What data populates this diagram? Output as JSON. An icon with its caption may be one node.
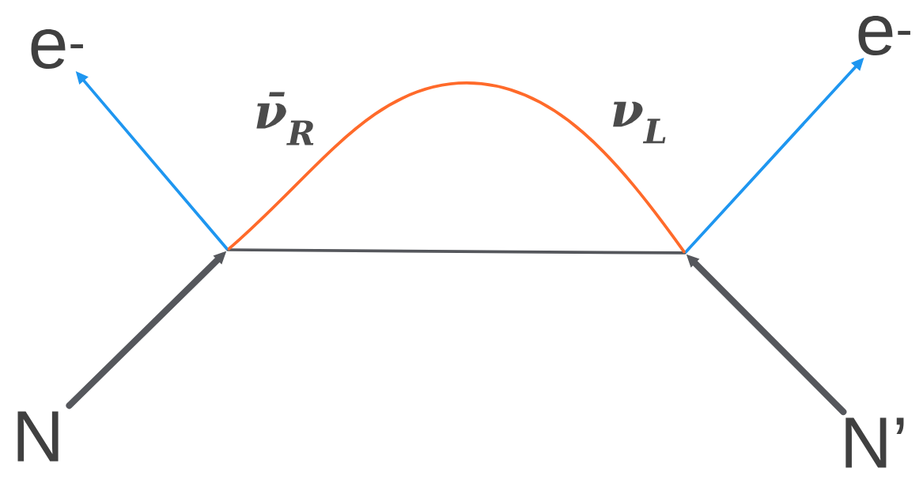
{
  "diagram": {
    "nodes": [
      {
        "text": [
          "e$^{-}$"
        ]
      },
      {
        "text": [
          "e$^{-}$"
        ]
      },
      {
        "text": [
          "N"
        ]
      },
      {
        "text": [
          "N’"
        ]
      },
      {
        "text": [],
        "shape": "circle"
      },
      {
        "text": [],
        "shape": "circle"
      }
    ],
    "edges": [
      {
        "from": 2,
        "to": 4,
        "arrow": "to",
        "style": "thick"
      },
      {
        "from": 3,
        "to": 5,
        "arrow": "to",
        "style": "thick"
      },
      {
        "from": 4,
        "to": 0,
        "arrow": "to",
        "color": "#1e96f0"
      },
      {
        "from": 5,
        "to": 1,
        "arrow": "to",
        "color": "#1e96f0"
      },
      {
        "from": 4,
        "to": 5,
        "arrow": "none"
      },
      {
        "from": 4,
        "to": 5,
        "arrow": "none",
        "color": "#ff6a2a"
      }
    ],
    "labels": [
      "ν̄$_{R}$",
      "ν$_{L}$"
    ]
  }
}
